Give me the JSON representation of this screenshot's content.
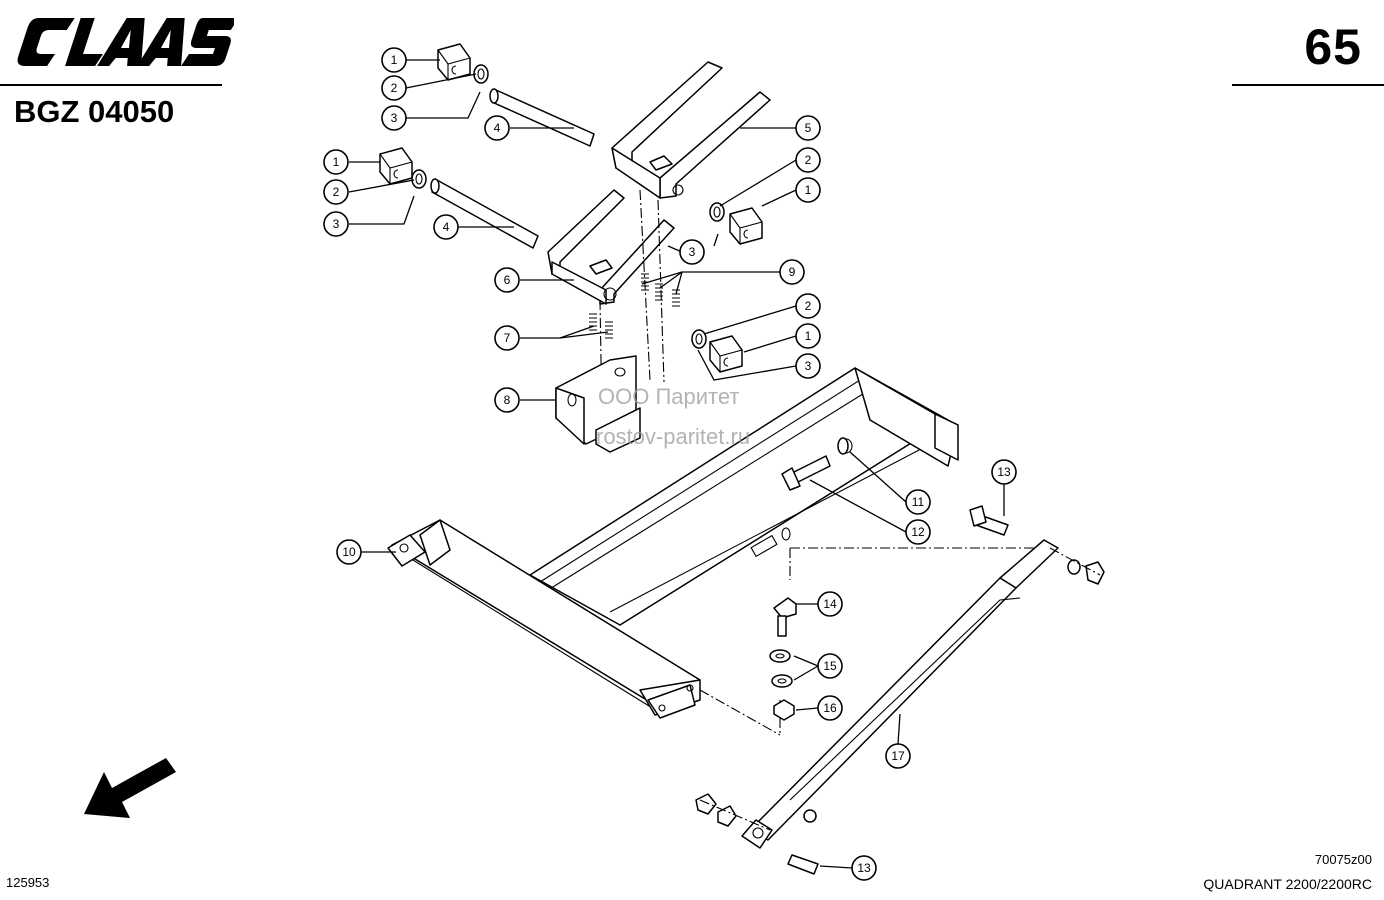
{
  "header": {
    "brand": "CLAAS",
    "page_number": "65",
    "document_code": "BGZ 04050"
  },
  "footer": {
    "reference_number": "125953",
    "drawing_number": "70075z00",
    "model": "QUADRANT 2200/2200RC"
  },
  "watermark": {
    "line1": "ООО Паритет",
    "line2": "rostov-paritet.ru"
  },
  "callouts": [
    {
      "id": "c1a",
      "label": "1"
    },
    {
      "id": "c2a",
      "label": "2"
    },
    {
      "id": "c3a",
      "label": "3"
    },
    {
      "id": "c4a",
      "label": "4"
    },
    {
      "id": "c5",
      "label": "5"
    },
    {
      "id": "c1b",
      "label": "1"
    },
    {
      "id": "c2b",
      "label": "2"
    },
    {
      "id": "c3b",
      "label": "3"
    },
    {
      "id": "c4b",
      "label": "4"
    },
    {
      "id": "c2c",
      "label": "2"
    },
    {
      "id": "c1c",
      "label": "1"
    },
    {
      "id": "c3c",
      "label": "3"
    },
    {
      "id": "c6",
      "label": "6"
    },
    {
      "id": "c9",
      "label": "9"
    },
    {
      "id": "c2d",
      "label": "2"
    },
    {
      "id": "c7",
      "label": "7"
    },
    {
      "id": "c1d",
      "label": "1"
    },
    {
      "id": "c3d",
      "label": "3"
    },
    {
      "id": "c8",
      "label": "8"
    },
    {
      "id": "c11",
      "label": "11"
    },
    {
      "id": "c13a",
      "label": "13"
    },
    {
      "id": "c12",
      "label": "12"
    },
    {
      "id": "c10",
      "label": "10"
    },
    {
      "id": "c14",
      "label": "14"
    },
    {
      "id": "c15",
      "label": "15"
    },
    {
      "id": "c16",
      "label": "16"
    },
    {
      "id": "c17",
      "label": "17"
    },
    {
      "id": "c13b",
      "label": "13"
    }
  ]
}
